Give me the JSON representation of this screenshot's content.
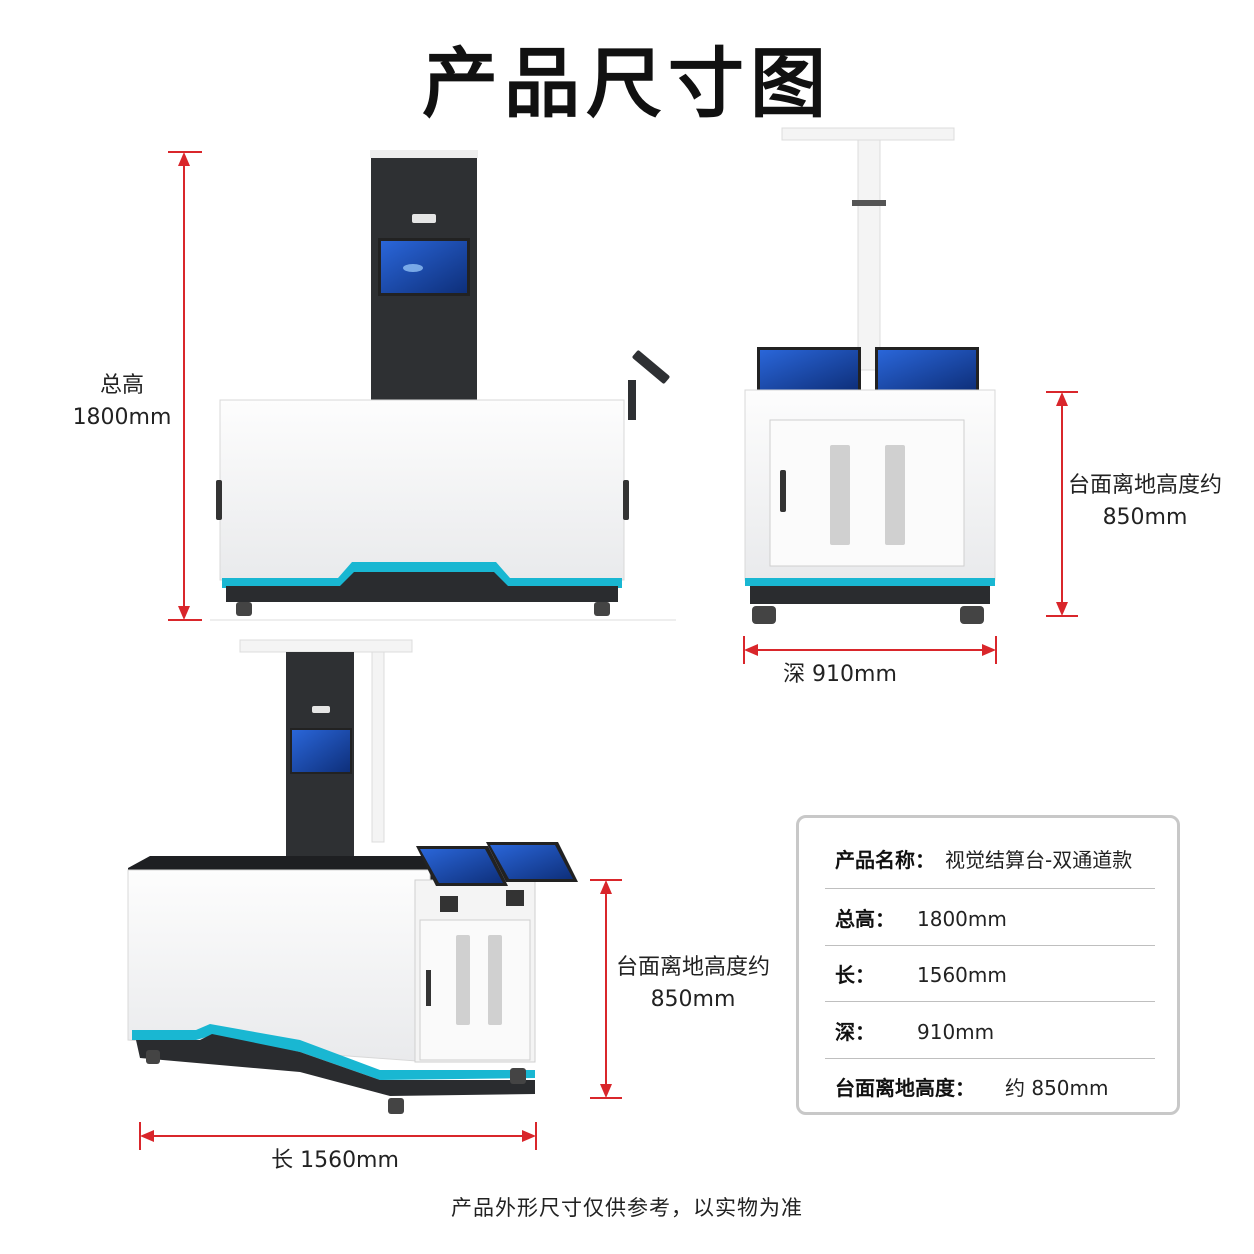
{
  "title": "产品尺寸图",
  "dimensions": {
    "total_height_label": "总高",
    "total_height_value": "1800mm",
    "depth_label": "深 910mm",
    "length_label": "长 1560mm",
    "counter_height_label_right": "台面离地高度约",
    "counter_height_value_right": "850mm",
    "counter_height_label_bottom": "台面离地高度约",
    "counter_height_value_bottom": "850mm"
  },
  "spec_table": {
    "rows": [
      {
        "key": "产品名称：",
        "value": "视觉结算台-双通道款"
      },
      {
        "key": "总高：",
        "value": "1800mm"
      },
      {
        "key": "长：",
        "value": "1560mm"
      },
      {
        "key": "深：",
        "value": "910mm"
      },
      {
        "key": "台面离地高度：",
        "value": "约 850mm"
      }
    ]
  },
  "footer": "产品外形尺寸仅供参考，以实物为准",
  "colors": {
    "dimension_line": "#d9262b",
    "accent_strip": "#19b7d2",
    "cabinet_white": "#f7f7f7",
    "column_dark": "#2e3033",
    "screen_blue": "#1c4fb3"
  }
}
